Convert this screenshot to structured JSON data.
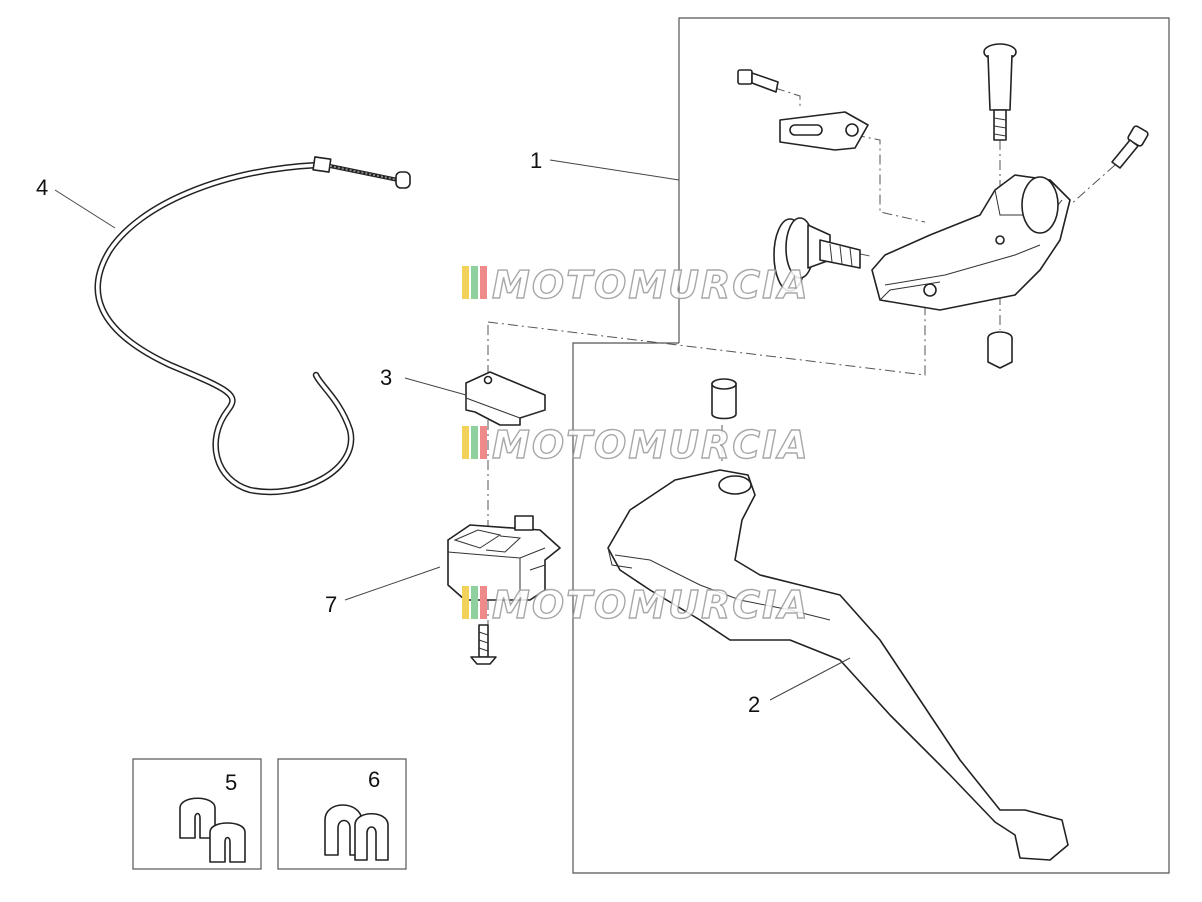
{
  "watermark": "MOTOMURCIA",
  "callouts": {
    "c1": "1",
    "c2": "2",
    "c3": "3",
    "c4": "4",
    "c5": "5",
    "c6": "6",
    "c7": "7"
  },
  "colors": {
    "watermark_stripe_1": "#f2d25a",
    "watermark_stripe_2": "#8fd19e",
    "watermark_stripe_3": "#ef8a8a"
  }
}
